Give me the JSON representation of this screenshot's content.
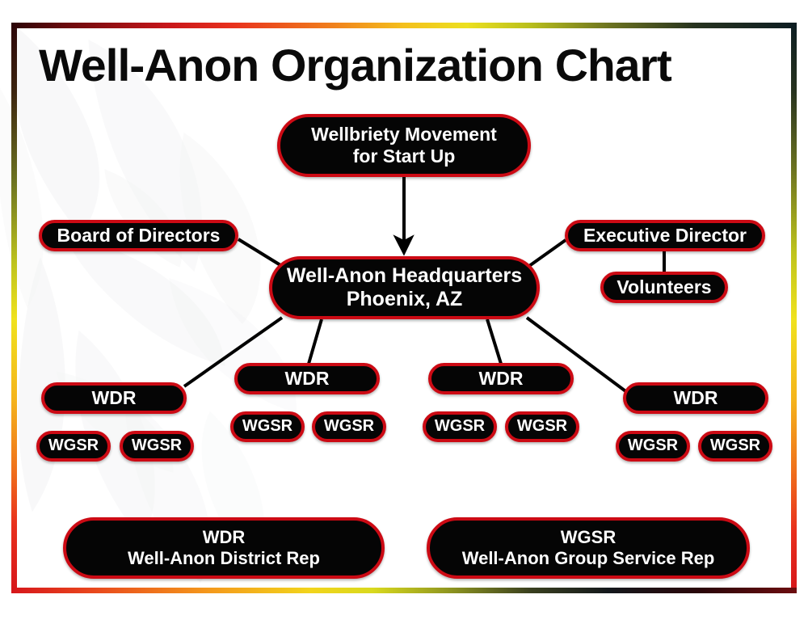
{
  "title": "Well-Anon Organization Chart",
  "colors": {
    "node_fill": "#050505",
    "node_border": "#cc0a14",
    "node_text": "#ffffff",
    "title_text": "#0a0a0a",
    "connector": "#000000",
    "page_background": "#ffffff"
  },
  "nodes": {
    "startup": {
      "line1": "Wellbriety Movement",
      "line2": "for Start Up"
    },
    "headquarters": {
      "line1": "Well-Anon Headquarters",
      "line2": "Phoenix, AZ"
    },
    "board": {
      "label": "Board of Directors"
    },
    "executive_director": {
      "label": "Executive Director"
    },
    "volunteers": {
      "label": "Volunteers"
    }
  },
  "districts": [
    {
      "wdr_label": "WDR",
      "groups": [
        {
          "label": "WGSR"
        },
        {
          "label": "WGSR"
        }
      ]
    },
    {
      "wdr_label": "WDR",
      "groups": [
        {
          "label": "WGSR"
        },
        {
          "label": "WGSR"
        }
      ]
    },
    {
      "wdr_label": "WDR",
      "groups": [
        {
          "label": "WGSR"
        },
        {
          "label": "WGSR"
        }
      ]
    },
    {
      "wdr_label": "WDR",
      "groups": [
        {
          "label": "WGSR"
        },
        {
          "label": "WGSR"
        }
      ]
    }
  ],
  "legend": [
    {
      "abbr": "WDR",
      "expansion": "Well-Anon District Rep"
    },
    {
      "abbr": "WGSR",
      "expansion": "Well-Anon Group Service Rep"
    }
  ],
  "frame": {
    "gradient_stops": [
      "#2a0508",
      "#c8161a",
      "#f07a1c",
      "#f4c01c",
      "#b9bf1c",
      "#27331f",
      "#0d1d22"
    ]
  },
  "watermark": {
    "name": "thunderbird-eagle-watermark"
  }
}
